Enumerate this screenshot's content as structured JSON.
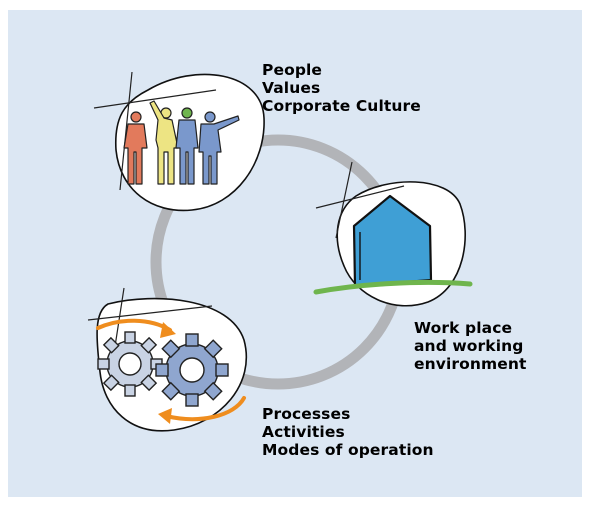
{
  "nodes": {
    "people": {
      "lines": [
        "People",
        "Values",
        "Corporate Culture"
      ],
      "icon": "people-group-icon"
    },
    "workplace": {
      "lines": [
        "Work place",
        "and working",
        "environment"
      ],
      "icon": "house-icon"
    },
    "processes": {
      "lines": [
        "Processes",
        "Activities",
        "Modes of operation"
      ],
      "icon": "gears-icon"
    }
  },
  "colors": {
    "background": "#dce7f3",
    "ring": "#b2b4b8",
    "house": "#3f9fd5",
    "grass": "#6fb54d",
    "gear": "#8fa6cf",
    "arrow": "#ef8d1e",
    "person_red": "#e27a5c",
    "person_yellow": "#ede483",
    "person_green": "#6fb54d",
    "person_blue": "#7a98cc"
  }
}
